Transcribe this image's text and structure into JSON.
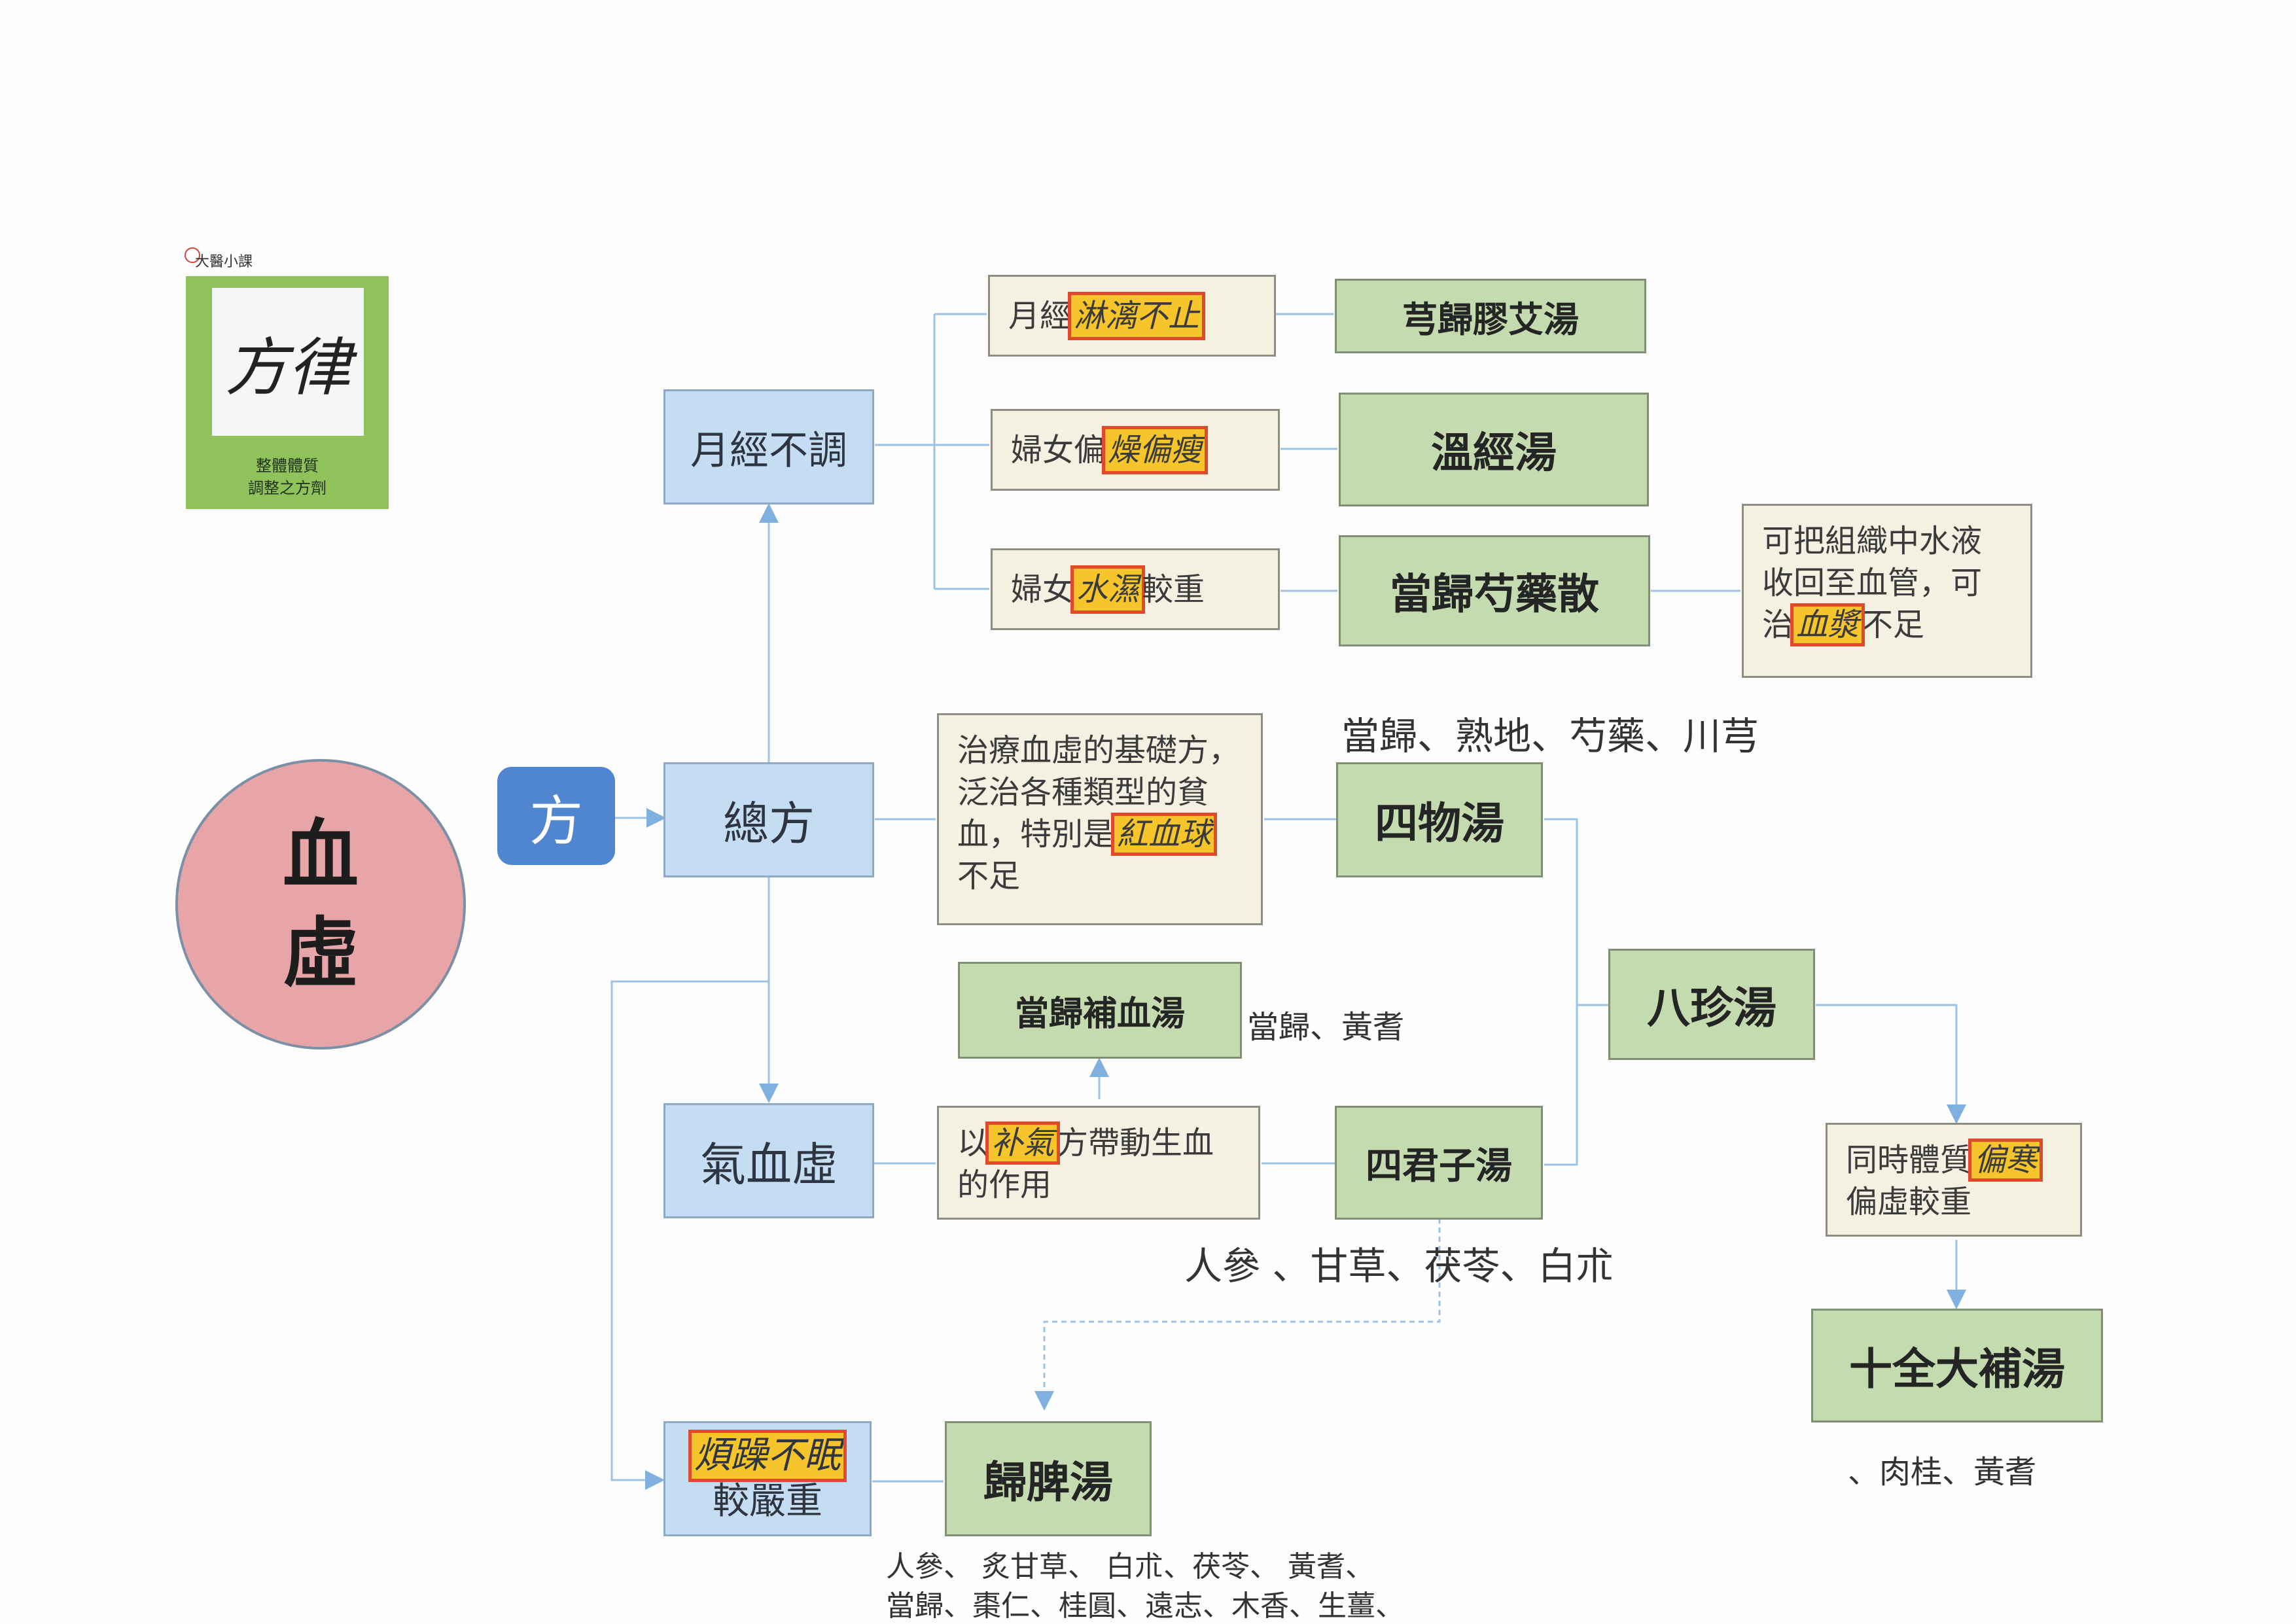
{
  "main": {
    "title_line1": "血",
    "title_line2": "虛",
    "method_label": "方"
  },
  "logo": {
    "header": "大醫小課",
    "calligraphy": "方律",
    "caption_line1": "整體體質",
    "caption_line2": "調整之方劑"
  },
  "categories": {
    "menstrual": "月經不調",
    "general": "總方",
    "qi_blood": "氣血虛",
    "insomnia_highlight": "煩躁不眠",
    "insomnia_rest": "較嚴重"
  },
  "notes": {
    "n1_prefix": "月經",
    "n1_hl": "淋漓不止",
    "n2_prefix": "婦女偏",
    "n2_hl": "燥偏瘦",
    "n3_prefix": "婦女",
    "n3_hl": "水濕",
    "n3_suffix": "較重",
    "n4_line1": "可把組織中水液",
    "n4_line2": "收回至血管，可",
    "n4_prefix": "治",
    "n4_hl": "血漿",
    "n4_suffix": "不足",
    "n5_line1": "治療血虛的基礎方，",
    "n5_line2": "泛治各種類型的貧",
    "n5_prefix": "血，特別是",
    "n5_hl": "紅血球",
    "n5_line4": "不足",
    "n6_prefix": "以",
    "n6_hl": "补氣",
    "n6_suffix": "方帶動生血",
    "n6_line2": "的作用",
    "n7_prefix": "同時體質",
    "n7_hl": "偏寒",
    "n7_line2": "偏虛較重"
  },
  "formulas": {
    "f1": "芎歸膠艾湯",
    "f2": "溫經湯",
    "f3": "當歸芍藥散",
    "f4": "四物湯",
    "f5": "當歸補血湯",
    "f6": "四君子湯",
    "f7": "八珍湯",
    "f8": "十全大補湯",
    "f9": "歸脾湯"
  },
  "ingredients": {
    "siwu": "當歸、熟地、芍藥、川芎",
    "danggui_buxue": "當歸、黃耆",
    "sijunzi": "人參 、甘草、茯苓、白朮",
    "shiquan": "、肉桂、黃耆",
    "guipi_line1": "人參、 炙甘草、 白朮、茯苓、 黃耆、",
    "guipi_line2": "當歸、棗仁、桂圓、遠志、木香、生薑、"
  }
}
